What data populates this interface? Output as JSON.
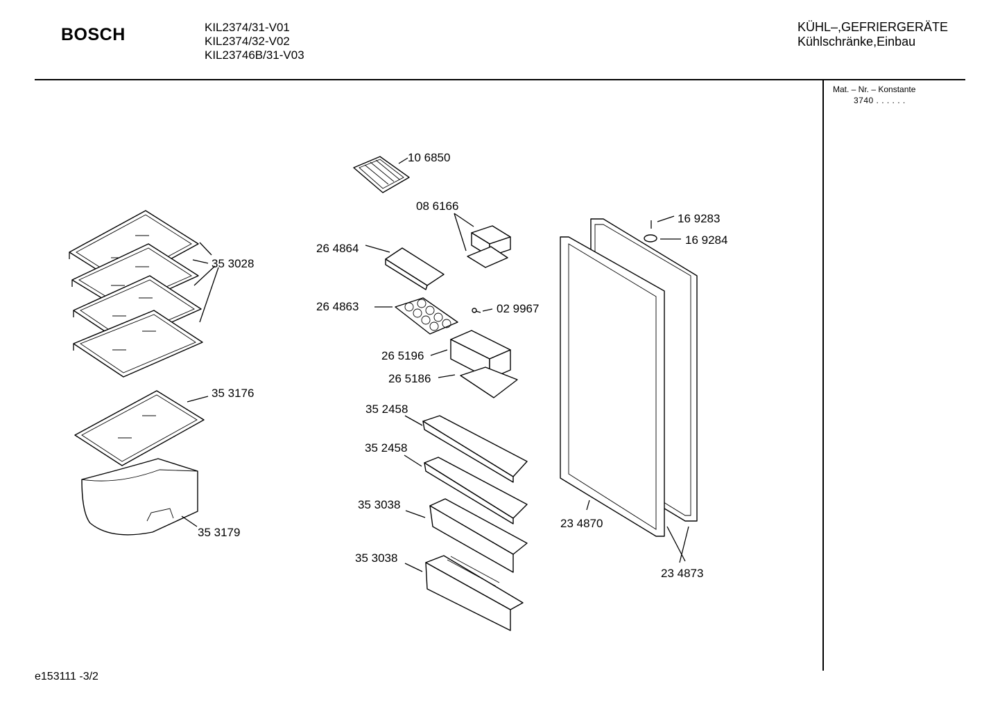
{
  "header": {
    "brand": "BOSCH",
    "models": [
      "KIL2374/31-V01",
      "KIL2374/32-V02",
      "KIL23746B/31-V03"
    ],
    "category_line1": "KÜHL–,GEFRIERGERÄTE",
    "category_line2": "Kühlschränke,Einbau"
  },
  "side_panel": {
    "mat_label": "Mat. – Nr. – Konstante",
    "mat_value": "3740 . .   . . . ."
  },
  "parts": [
    {
      "number": "10 6850",
      "item": "ice-cube-tray"
    },
    {
      "number": "08 6166",
      "item": "small-box-with-lid"
    },
    {
      "number": "26 4864",
      "item": "butter-compartment"
    },
    {
      "number": "26 4863",
      "item": "egg-tray"
    },
    {
      "number": "02 9967",
      "item": "screw"
    },
    {
      "number": "26 5196",
      "item": "door-box-lid"
    },
    {
      "number": "26 5186",
      "item": "door-box-base"
    },
    {
      "number": "35 2458",
      "item": "door-shelf"
    },
    {
      "number": "35 2458",
      "item": "door-shelf"
    },
    {
      "number": "35 3038",
      "item": "bottle-shelf"
    },
    {
      "number": "35 3038",
      "item": "bottle-shelf"
    },
    {
      "number": "35 3028",
      "item": "glass-shelf"
    },
    {
      "number": "35 3176",
      "item": "glass-shelf-above-crisper"
    },
    {
      "number": "35 3179",
      "item": "crisper-drawer"
    },
    {
      "number": "16 9283",
      "item": "door-screw"
    },
    {
      "number": "16 9284",
      "item": "cover-cap"
    },
    {
      "number": "23 4870",
      "item": "door-gasket"
    },
    {
      "number": "23 4873",
      "item": "door-panel"
    }
  ],
  "footer": {
    "code": "e153111 -3/2"
  }
}
